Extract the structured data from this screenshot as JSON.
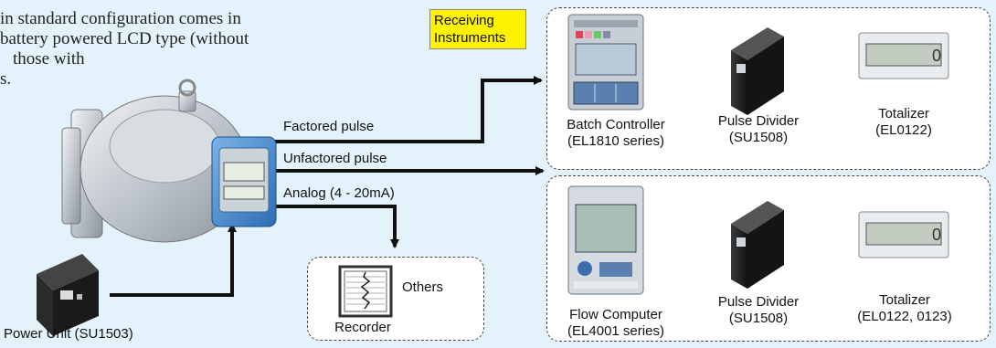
{
  "intro": {
    "lines": [
      "in standard configuration comes in",
      "battery powered LCD type (without",
      "those with",
      "s."
    ]
  },
  "badge": {
    "line1": "Receiving",
    "line2": "Instruments"
  },
  "signals": {
    "factored": "Factored pulse",
    "unfactored": "Unfactored pulse",
    "analog": "Analog (4 - 20mA)"
  },
  "power_unit": "Power Unit (SU1503)",
  "top_group": {
    "batch_controller": {
      "line1": "Batch Controller",
      "line2": "(EL1810 series)"
    },
    "pulse_divider": {
      "line1": "Pulse Divider",
      "line2": "(SU1508)"
    },
    "totalizer": {
      "line1": "Totalizer",
      "line2": "(EL0122)"
    }
  },
  "bottom_group": {
    "flow_computer": {
      "line1": "Flow Computer",
      "line2": "(EL4001 series)"
    },
    "pulse_divider": {
      "line1": "Pulse Divider",
      "line2": "(SU1508)"
    },
    "totalizer": {
      "line1": "Totalizer",
      "line2": "(EL0122, 0123)"
    }
  },
  "recorder_group": {
    "others": "Others",
    "recorder": "Recorder"
  },
  "device_text": {
    "totalizer_digit": "0"
  }
}
